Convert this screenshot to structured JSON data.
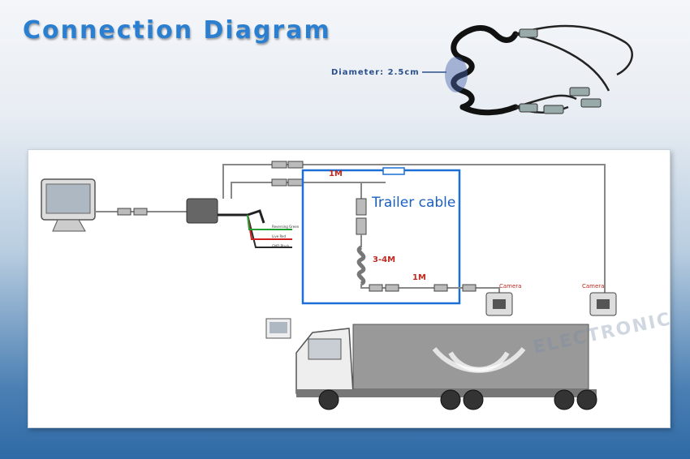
{
  "title": "Connection Diagram",
  "diameter_label": "Diameter: 2.5cm",
  "trailer_label": "Trailer cable",
  "lengths": {
    "top": "1M",
    "coil": "3-4M",
    "bottom": "1M"
  },
  "wires": [
    "Reversing Green",
    "Live Red",
    "GND Black"
  ],
  "cameras": [
    "Camera",
    "Camera"
  ],
  "watermark": "ELECTRONICS",
  "colors": {
    "title": "#2a7fd0",
    "trailer_box": "#1b6fd6",
    "label_red": "#c0281e"
  }
}
